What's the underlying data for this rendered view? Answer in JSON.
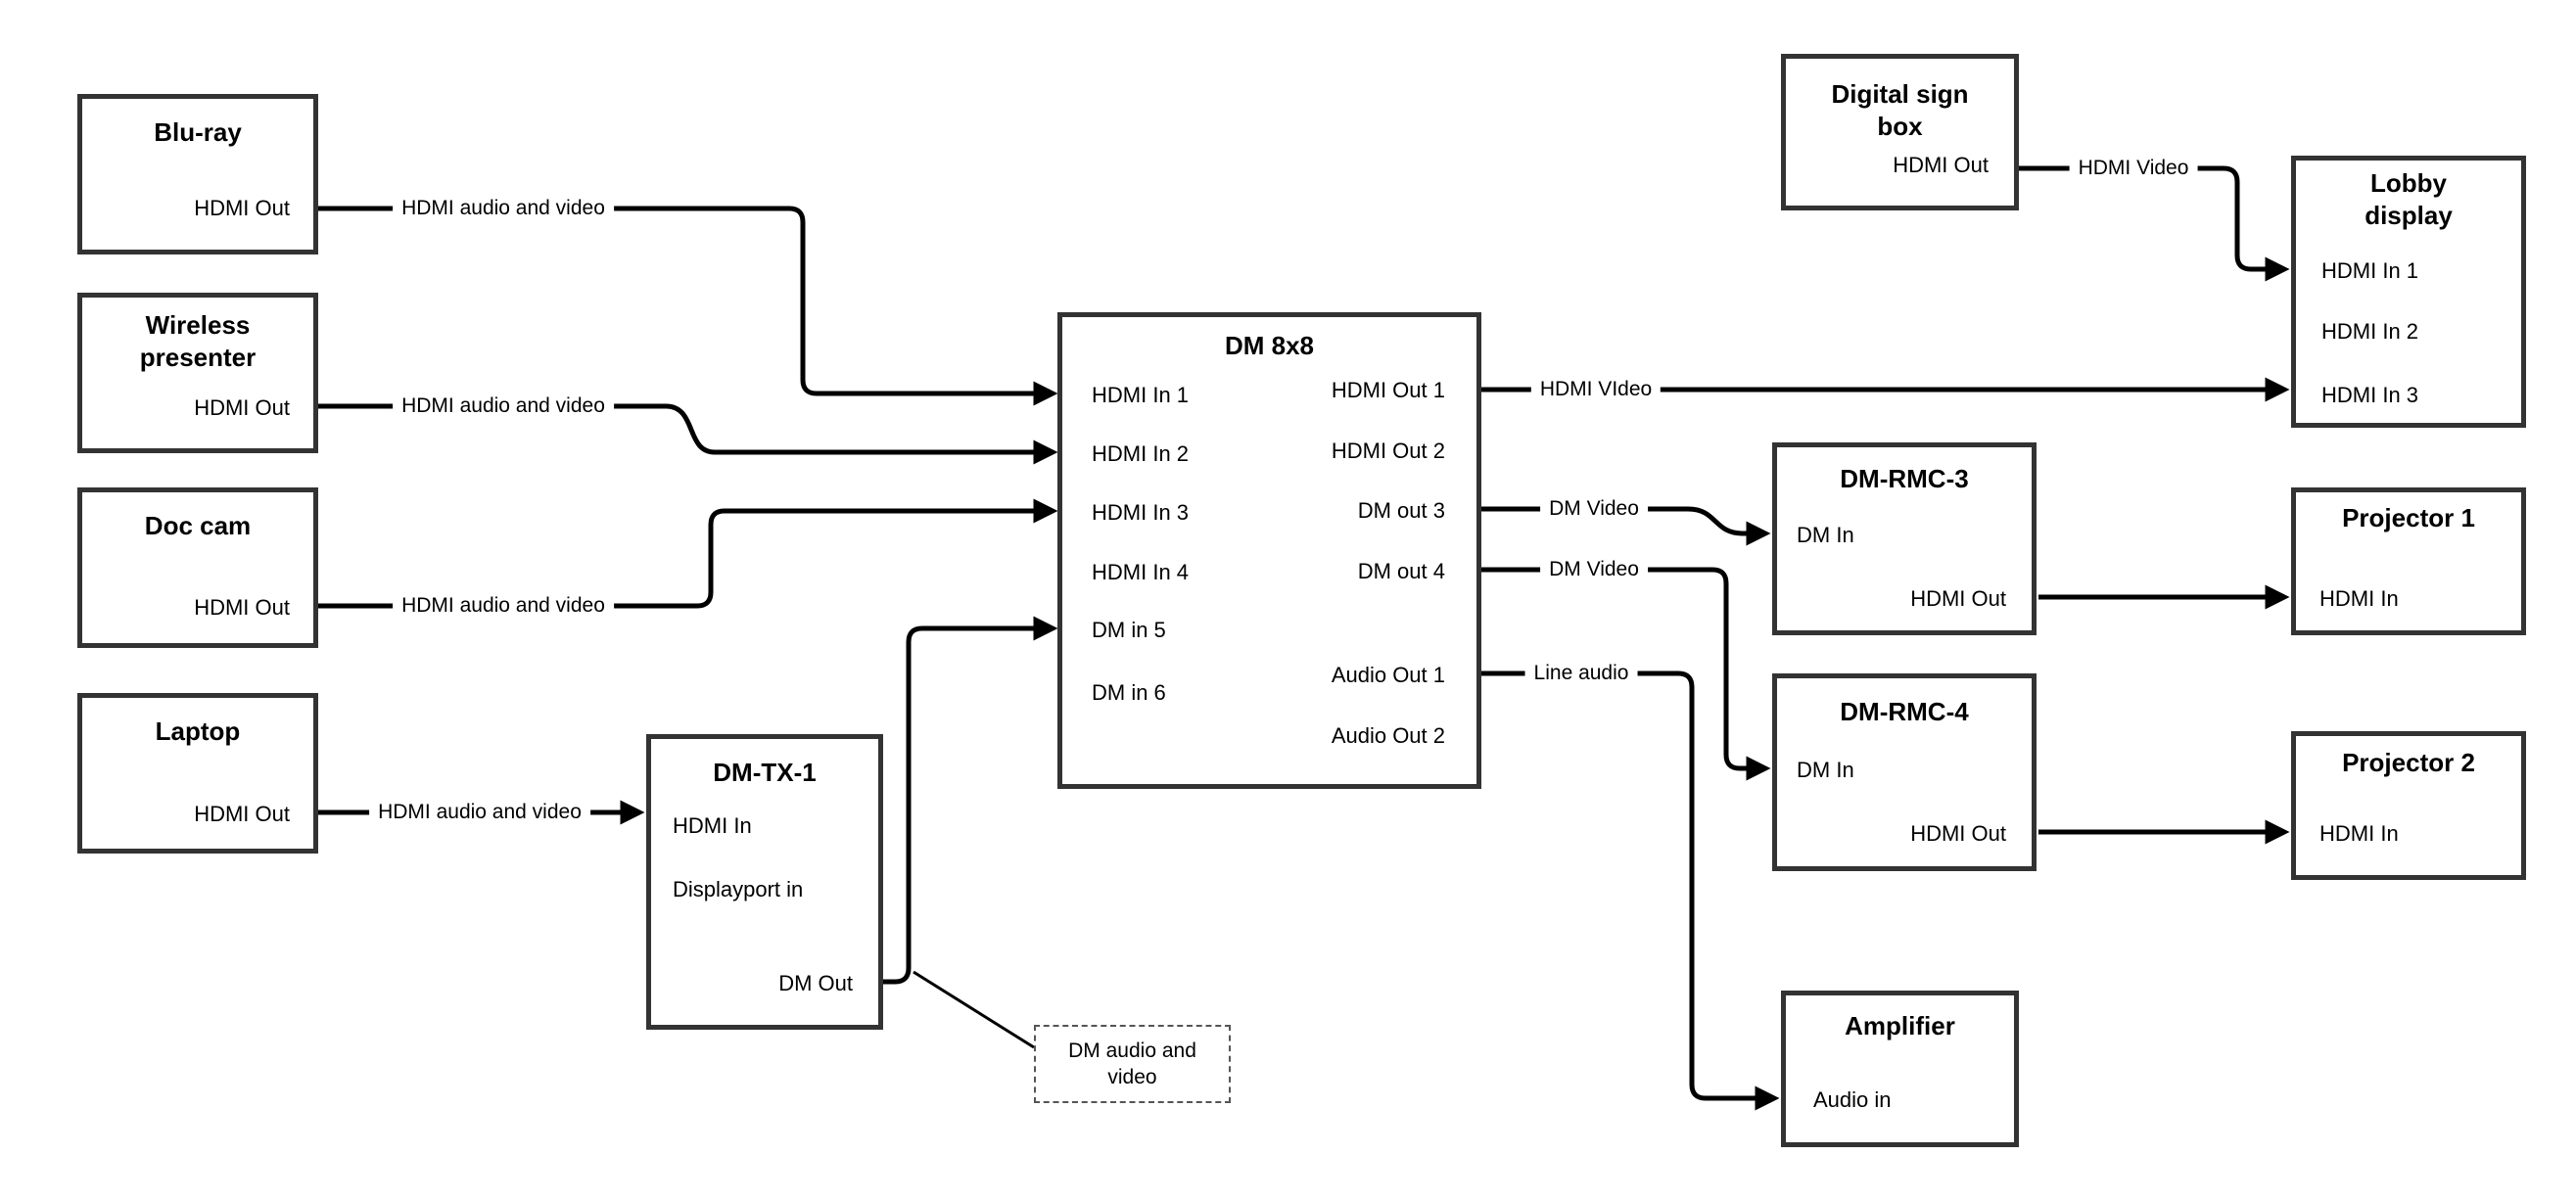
{
  "diagram": {
    "nodes": {
      "blu_ray": {
        "title": "Blu-ray",
        "ports": {
          "hdmi_out": "HDMI Out"
        }
      },
      "wireless_presenter": {
        "title": "Wireless presenter",
        "ports": {
          "hdmi_out": "HDMI Out"
        }
      },
      "doc_cam": {
        "title": "Doc cam",
        "ports": {
          "hdmi_out": "HDMI Out"
        }
      },
      "laptop": {
        "title": "Laptop",
        "ports": {
          "hdmi_out": "HDMI Out"
        }
      },
      "dm_tx_1": {
        "title": "DM-TX-1",
        "ports": {
          "hdmi_in": "HDMI In",
          "displayport_in": "Displayport in",
          "dm_out": "DM Out"
        }
      },
      "dm_8x8": {
        "title": "DM 8x8",
        "ports": {
          "hdmi_in_1": "HDMI In 1",
          "hdmi_in_2": "HDMI In 2",
          "hdmi_in_3": "HDMI In 3",
          "hdmi_in_4": "HDMI In 4",
          "dm_in_5": "DM in 5",
          "dm_in_6": "DM in 6",
          "hdmi_out_1": "HDMI Out 1",
          "hdmi_out_2": "HDMI Out 2",
          "dm_out_3": "DM out 3",
          "dm_out_4": "DM out 4",
          "audio_out_1": "Audio Out 1",
          "audio_out_2": "Audio Out 2"
        }
      },
      "digital_sign_box": {
        "title": "Digital sign box",
        "ports": {
          "hdmi_out": "HDMI Out"
        }
      },
      "lobby_display": {
        "title": "Lobby display",
        "ports": {
          "hdmi_in_1": "HDMI In 1",
          "hdmi_in_2": "HDMI In 2",
          "hdmi_in_3": "HDMI In 3"
        }
      },
      "dm_rmc_3": {
        "title": "DM-RMC-3",
        "ports": {
          "dm_in": "DM In",
          "hdmi_out": "HDMI Out"
        }
      },
      "projector_1": {
        "title": "Projector 1",
        "ports": {
          "hdmi_in": "HDMI In"
        }
      },
      "dm_rmc_4": {
        "title": "DM-RMC-4",
        "ports": {
          "dm_in": "DM In",
          "hdmi_out": "HDMI Out"
        }
      },
      "projector_2": {
        "title": "Projector 2",
        "ports": {
          "hdmi_in": "HDMI In"
        }
      },
      "amplifier": {
        "title": "Amplifier",
        "ports": {
          "audio_in": "Audio in"
        }
      }
    },
    "connection_labels": {
      "blu_ray_to_dm8x8": "HDMI audio and video",
      "wireless_to_dm8x8": "HDMI audio and video",
      "doc_cam_to_dm8x8": "HDMI audio and video",
      "laptop_to_dmtx1": "HDMI audio and video",
      "hdmi_out_1_to_lobby": "HDMI VIdeo",
      "dm_out_3_to_rmc3": "DM Video",
      "dm_out_4_to_rmc4": "DM Video",
      "audio_out_1_to_amp": "Line audio",
      "digital_sign_to_lobby": "HDMI Video",
      "callout": "DM audio and video"
    },
    "colors": {
      "connector": "#000000",
      "box_border": "#333333",
      "background": "#ffffff",
      "text": "#000000"
    }
  }
}
